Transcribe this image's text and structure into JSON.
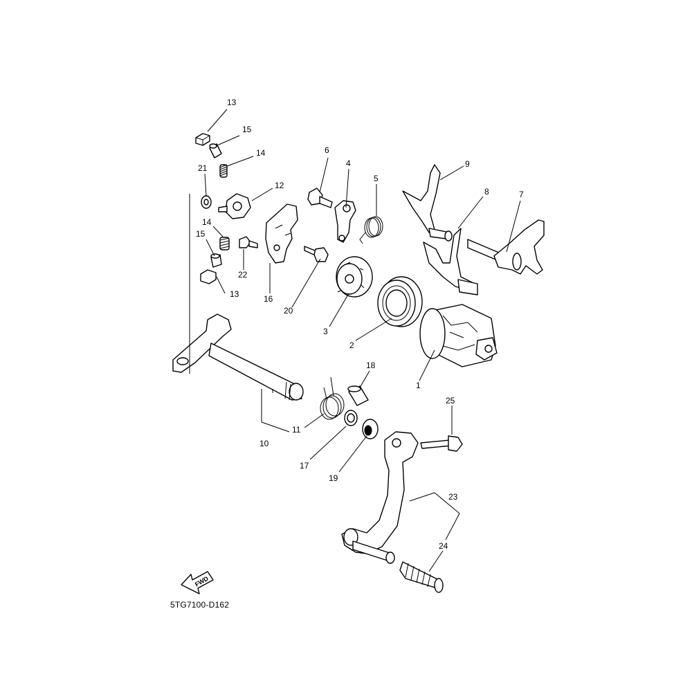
{
  "diagram": {
    "code": "5TG7100-D162",
    "fwd_label": "FWD",
    "callouts": {
      "c1": "1",
      "c2": "2",
      "c3": "3",
      "c4": "4",
      "c5": "5",
      "c6": "6",
      "c7": "7",
      "c8": "8",
      "c9": "9",
      "c10": "10",
      "c11": "11",
      "c12": "12",
      "c13a": "13",
      "c13b": "13",
      "c14a": "14",
      "c14b": "14",
      "c15a": "15",
      "c15b": "15",
      "c16": "16",
      "c17": "17",
      "c18": "18",
      "c19": "19",
      "c20": "20",
      "c21": "21",
      "c22": "22",
      "c23": "23",
      "c24": "24",
      "c25": "25"
    }
  }
}
